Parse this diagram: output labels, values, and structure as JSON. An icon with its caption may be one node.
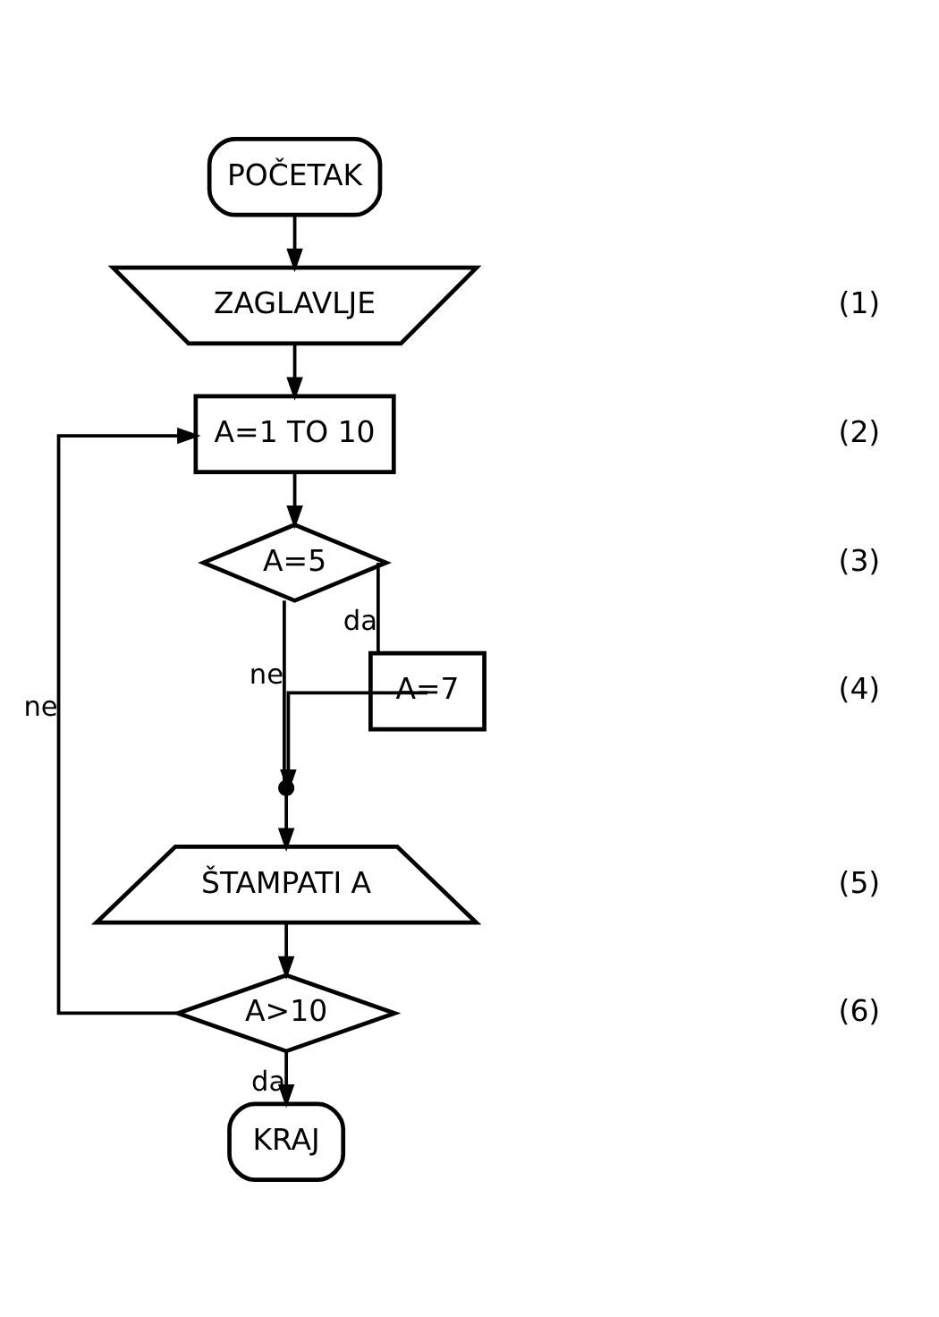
{
  "diagram": {
    "nodes": [
      {
        "text": [
          "POČETAK"
        ]
      },
      {
        "text": [
          "ZAGLAVLJE"
        ]
      },
      {
        "text": [
          "A=1 TO 10"
        ]
      },
      {
        "text": [
          "A=5"
        ]
      },
      {
        "text": [
          "A=7"
        ]
      },
      {
        "text": [],
        "shape": "circle"
      },
      {
        "text": [
          "ŠTAMPATI A"
        ]
      },
      {
        "text": [
          "A>10"
        ]
      },
      {
        "text": [
          "KRAJ"
        ]
      }
    ],
    "edges": [
      {
        "from": 0,
        "to": 1,
        "arrow": "to"
      },
      {
        "from": 1,
        "to": 2,
        "arrow": "to"
      },
      {
        "from": 2,
        "to": 3,
        "arrow": "to"
      },
      {
        "from": 3,
        "to": 4,
        "arrow": "none",
        "label": "da"
      },
      {
        "from": 3,
        "to": 5,
        "arrow": "none",
        "label": "ne"
      },
      {
        "from": 4,
        "to": 5,
        "arrow": "to"
      },
      {
        "from": 5,
        "to": 6,
        "arrow": "to"
      },
      {
        "from": 6,
        "to": 7,
        "arrow": "to"
      },
      {
        "from": 7,
        "to": 2,
        "arrow": "to",
        "label": "ne"
      },
      {
        "from": 7,
        "to": 8,
        "arrow": "to",
        "label": "da"
      }
    ],
    "labels": [
      "(1)",
      "(2)",
      "(3)",
      "(4)",
      "(5)",
      "(6)"
    ]
  }
}
